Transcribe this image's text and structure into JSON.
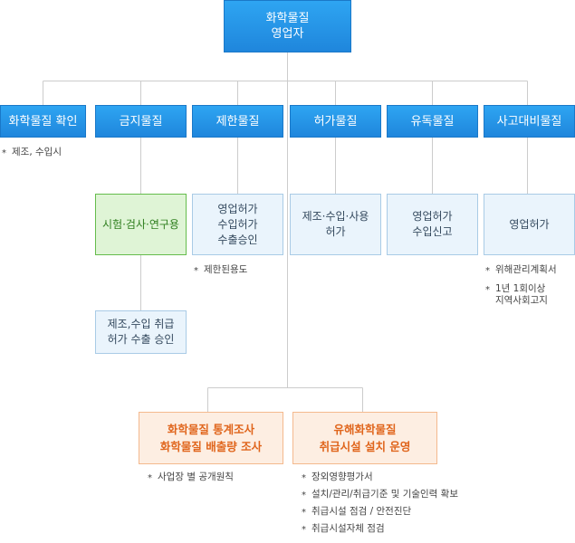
{
  "top": {
    "lines": [
      "화학물질",
      "영업자"
    ]
  },
  "categories": [
    {
      "label": "화학물질 확인"
    },
    {
      "label": "금지물질"
    },
    {
      "label": "제한물질"
    },
    {
      "label": "허가물질"
    },
    {
      "label": "유독물질"
    },
    {
      "label": "사고대비물질"
    }
  ],
  "details": [
    {
      "lines": [
        "시험·검사·연구용"
      ]
    },
    {
      "lines": [
        "영업허가",
        "수입허가",
        "수출승인"
      ]
    },
    {
      "lines": [
        "제조·수입·사용",
        "허가"
      ]
    },
    {
      "lines": [
        "영업허가",
        "수입신고"
      ]
    },
    {
      "lines": [
        "영업허가"
      ]
    }
  ],
  "banned_sub": {
    "lines": [
      "제조,수입 취급",
      "허가 수출 승인"
    ]
  },
  "bottom": [
    {
      "lines": [
        "화학물질 통계조사",
        "화학물질 배출량 조사"
      ]
    },
    {
      "lines": [
        "유해화학물질",
        "취급시설 설치 운영"
      ]
    }
  ],
  "notes": {
    "confirm": [
      "제조, 수입시"
    ],
    "restricted": [
      "제한된용도"
    ],
    "accident": [
      {
        "lines": [
          "위해관리계획서"
        ]
      },
      {
        "lines": [
          "1년 1회이상",
          "지역사회고지"
        ]
      }
    ],
    "stats": [
      "사업장 별 공개원칙"
    ],
    "facility": [
      "장외영향평가서",
      "설치/관리/취급기준 및 기술인력 확보",
      "취급시설 점검 / 안전진단",
      "취급시설자체 점검"
    ]
  },
  "colors": {
    "primary": "#2196e8",
    "line": "#cccccc",
    "highlight_green": "#65bc4c",
    "highlight_orange": "#e0651c"
  }
}
